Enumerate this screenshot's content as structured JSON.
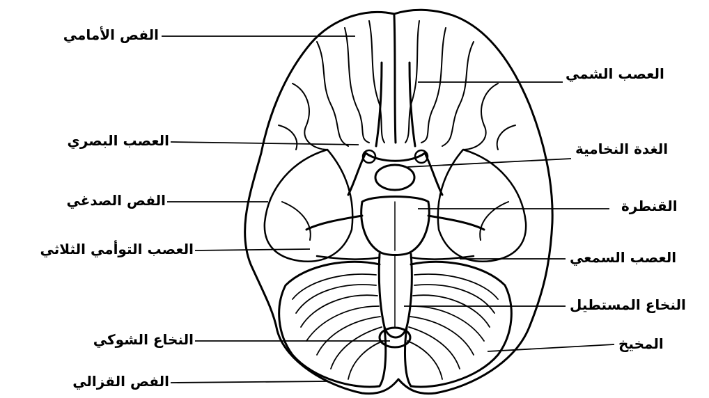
{
  "labels": {
    "left": [
      "الفص الأمامي",
      "العصب البصري",
      "الفص الصدغي",
      "العصب التوأمي الثلاثي",
      "النخاع الشوكي",
      "الفص القزالي"
    ],
    "right": [
      "العصب الشمي",
      "الغدة النخامية",
      "القنطرة",
      "العصب السمعي",
      "النخاع المستطيل",
      "المخيخ"
    ]
  },
  "colors": {
    "ink": "#000000",
    "paper": "#ffffff"
  }
}
